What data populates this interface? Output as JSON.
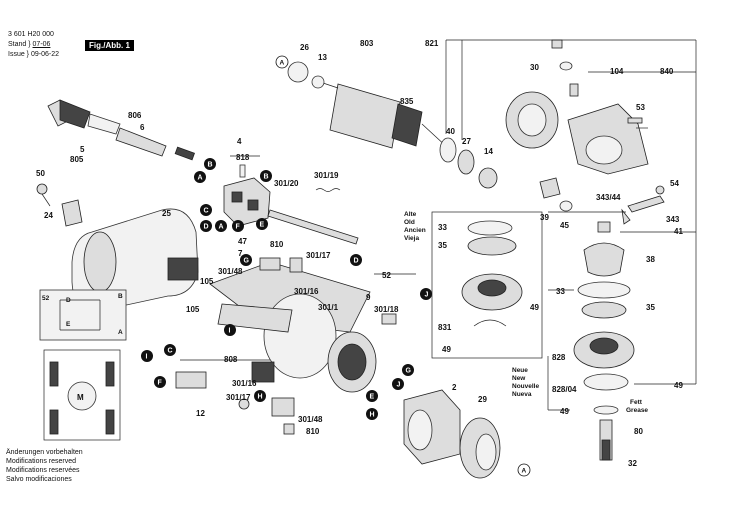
{
  "header": {
    "part_no": "3 601 H20 000",
    "stand_label": "Stand",
    "stand_value": "07-06",
    "issue_label": "Issue",
    "issue_value": "09-06-22",
    "fig_label": "Fig./Abb. 1"
  },
  "notice": [
    "Änderungen vorbehalten",
    "Modifications reserved",
    "Modifications reservées",
    "Salvo modificaciones"
  ],
  "legend_old": [
    "Alte",
    "Old",
    "Ancien",
    "Vieja"
  ],
  "legend_new": [
    "Neue",
    "New",
    "Nouvelle",
    "Nueva"
  ],
  "legend_grease": [
    "Fett",
    "Grease"
  ],
  "callouts": {
    "c26": "26",
    "c13": "13",
    "c803": "803",
    "c835": "835",
    "c821": "821",
    "c30": "30",
    "c104": "104",
    "c840": "840",
    "c40": "40",
    "c27": "27",
    "c14": "14",
    "c53": "53",
    "c806": "806",
    "c6": "6",
    "c5": "5",
    "c805": "805",
    "c4": "4",
    "c818": "818",
    "c301_20": "301/20",
    "c301_19": "301/19",
    "c50": "50",
    "c24": "24",
    "c25": "25",
    "c47": "47",
    "c7": "7",
    "c810a": "810",
    "c301_48a": "301/48",
    "c301_17a": "301/17",
    "c301_16a": "301/16",
    "c105a": "105",
    "c105b": "105",
    "c52": "52",
    "c9": "9",
    "c301_1": "301/1",
    "c301_18": "301/18",
    "c808": "808",
    "c301_16b": "301/16",
    "c301_17b": "301/17",
    "c301_48b": "301/48",
    "c810b": "810",
    "c12": "12",
    "c2": "2",
    "c29": "29",
    "c33a": "33",
    "c35a": "35",
    "c49a": "49",
    "c831": "831",
    "c49b": "49",
    "c39": "39",
    "c45": "45",
    "c343_44": "343/44",
    "c54": "54",
    "c343": "343",
    "c41": "41",
    "c38": "38",
    "c33b": "33",
    "c35b": "35",
    "c828": "828",
    "c828_04": "828/04",
    "c49c": "49",
    "c49d": "49",
    "c80": "80",
    "c32": "32",
    "wd52": "52",
    "wdD": "D",
    "wdB": "B",
    "wdE": "E",
    "wdA": "A",
    "wdM": "M"
  },
  "letters": {
    "A1": "A",
    "A2": "A",
    "A3": "A",
    "B1": "B",
    "B2": "B",
    "C1": "C",
    "C2": "C",
    "D1": "D",
    "D2": "D",
    "E1": "E",
    "E2": "E",
    "F1": "F",
    "F2": "F",
    "G1": "G",
    "G2": "G",
    "H1": "H",
    "H2": "H",
    "I1": "I",
    "I2": "I",
    "J1": "J",
    "J2": "J"
  },
  "colors": {
    "ink": "#111111",
    "part_fill": "#dddddd",
    "dark_fill": "#444444"
  }
}
